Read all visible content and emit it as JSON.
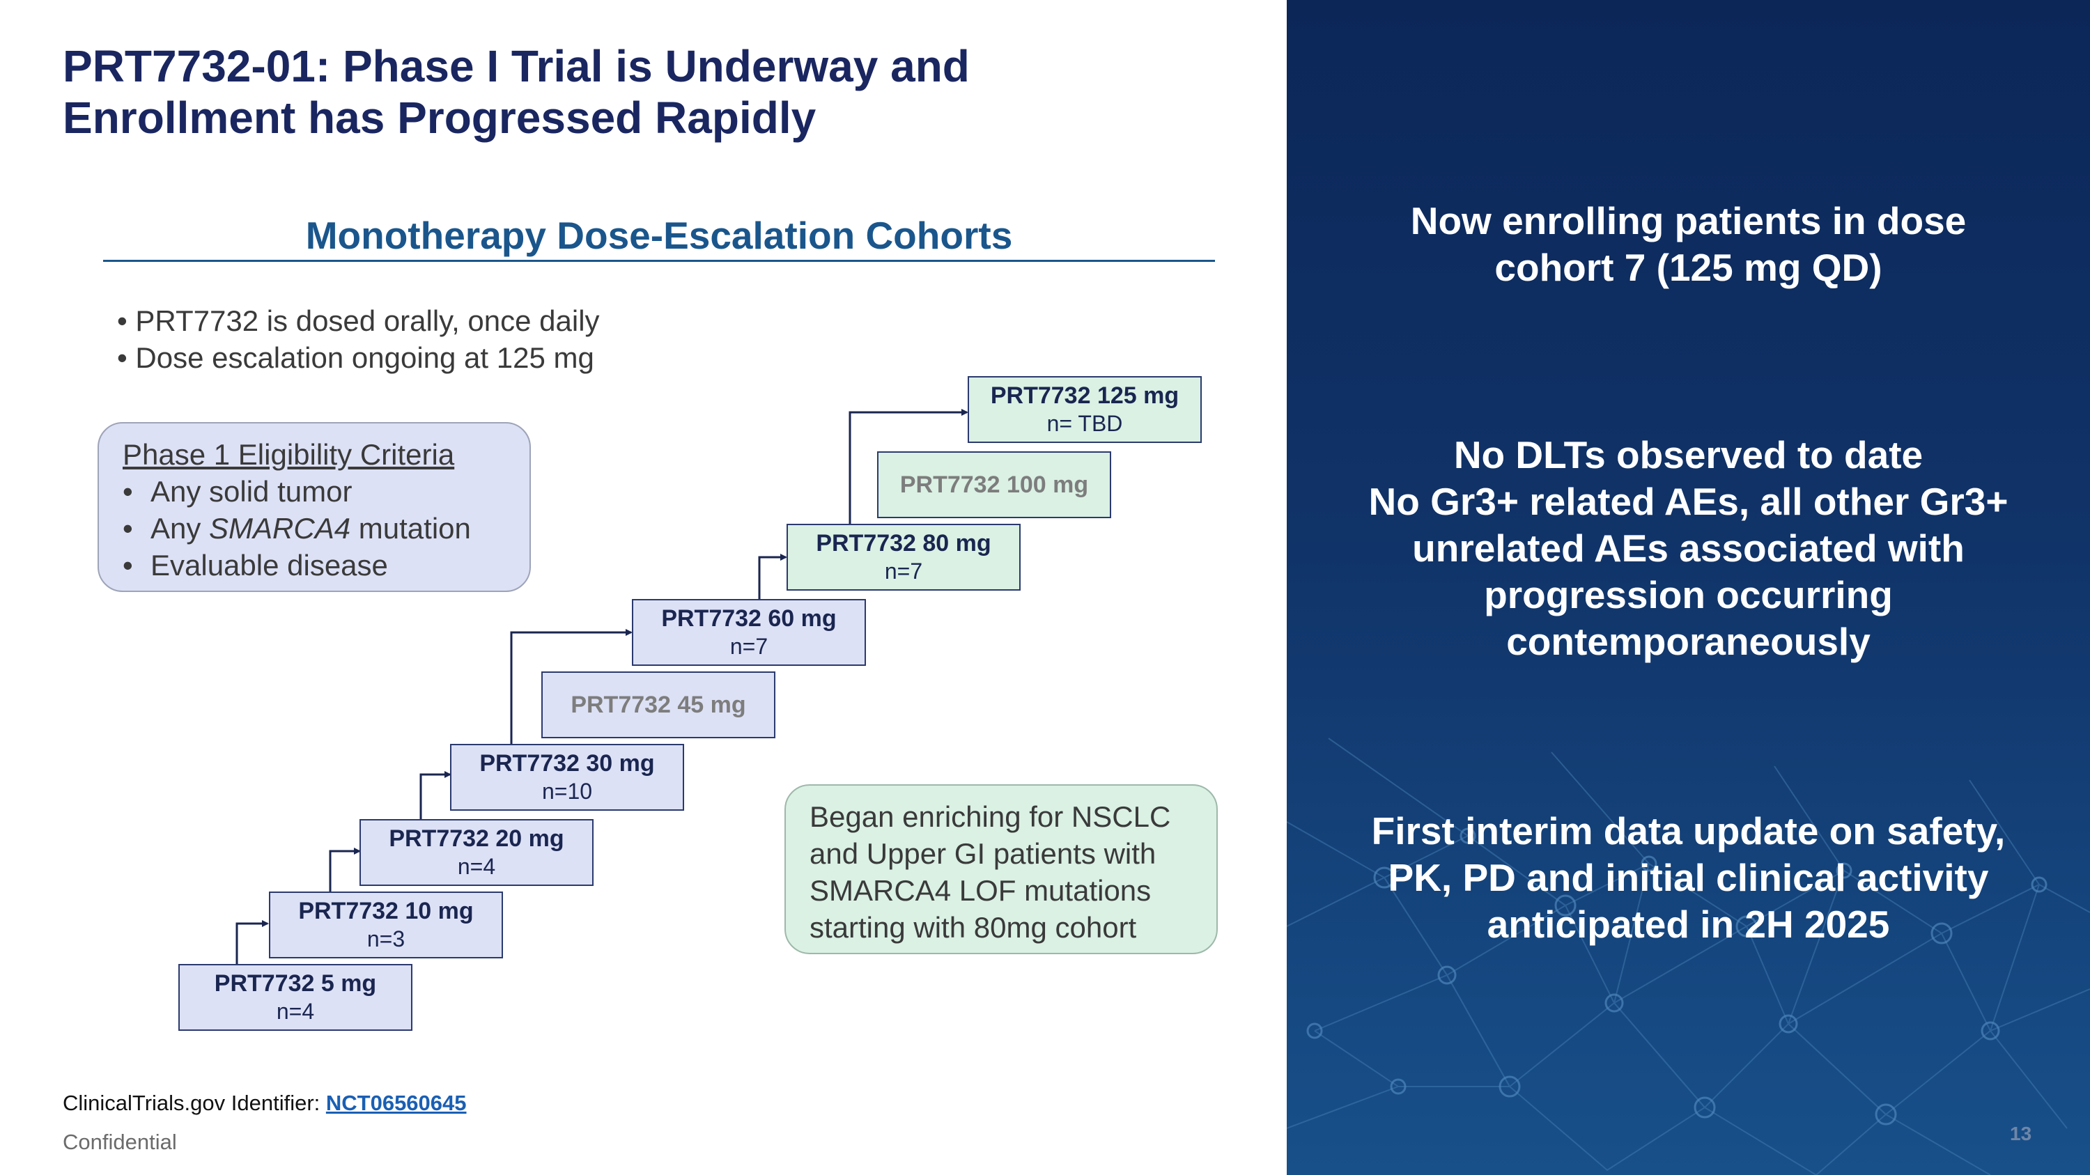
{
  "title": {
    "line1": "PRT7732-01: Phase I Trial is Underway and",
    "line2": "Enrollment has Progressed Rapidly"
  },
  "section_heading": "Monotherapy Dose-Escalation Cohorts",
  "bullets": [
    "• PRT7732 is dosed orally, once daily",
    "• Dose escalation ongoing at 125 mg"
  ],
  "eligibility": {
    "title": "Phase 1 Eligibility Criteria",
    "item1": "Any solid tumor",
    "item2_prefix": "Any ",
    "item2_italic": "SMARCA4",
    "item2_suffix": " mutation",
    "item3": "Evaluable disease",
    "bullet_char": "•"
  },
  "cohorts": [
    {
      "label": "PRT7732 5 mg",
      "n": "n=4",
      "style": "enrolled"
    },
    {
      "label": "PRT7732 10 mg",
      "n": "n=3",
      "style": "enrolled"
    },
    {
      "label": "PRT7732 20 mg",
      "n": "n=4",
      "style": "enrolled"
    },
    {
      "label": "PRT7732 30 mg",
      "n": "n=10",
      "style": "enrolled"
    },
    {
      "label": "PRT7732 45 mg",
      "n": "",
      "style": "skipped"
    },
    {
      "label": "PRT7732 60 mg",
      "n": "n=7",
      "style": "enrolled"
    },
    {
      "label": "PRT7732 80 mg",
      "n": "n=7",
      "style": "enriched"
    },
    {
      "label": "PRT7732 100 mg",
      "n": "",
      "style": "skipped-enriched"
    },
    {
      "label": "PRT7732 125 mg",
      "n": "n= TBD",
      "style": "enriched"
    }
  ],
  "note": [
    "Began enriching for NSCLC",
    "and Upper GI patients with",
    "SMARCA4 LOF mutations",
    "starting with 80mg cohort"
  ],
  "identifier": {
    "prefix": "ClinicalTrials.gov Identifier: ",
    "id": "NCT06560645"
  },
  "confidential": "Confidential",
  "panel": {
    "block1": [
      "Now enrolling patients in dose",
      "cohort 7 (125 mg QD)"
    ],
    "block2": [
      "No DLTs observed to date",
      "No Gr3+ related AEs, all other Gr3+",
      "unrelated AEs associated with",
      "progression occurring",
      "contemporaneously"
    ],
    "block3": [
      "First interim data update on safety,",
      "PK, PD and initial clinical activity",
      "anticipated in 2H 2025"
    ]
  },
  "page_number": "13",
  "colors": {
    "title": "#1a2660",
    "heading": "#1a568c",
    "cohort_fill": "#dde1f6",
    "enriched_fill": "#daf1e4",
    "panel_top": "#0c2658",
    "panel_bottom": "#18508a"
  }
}
